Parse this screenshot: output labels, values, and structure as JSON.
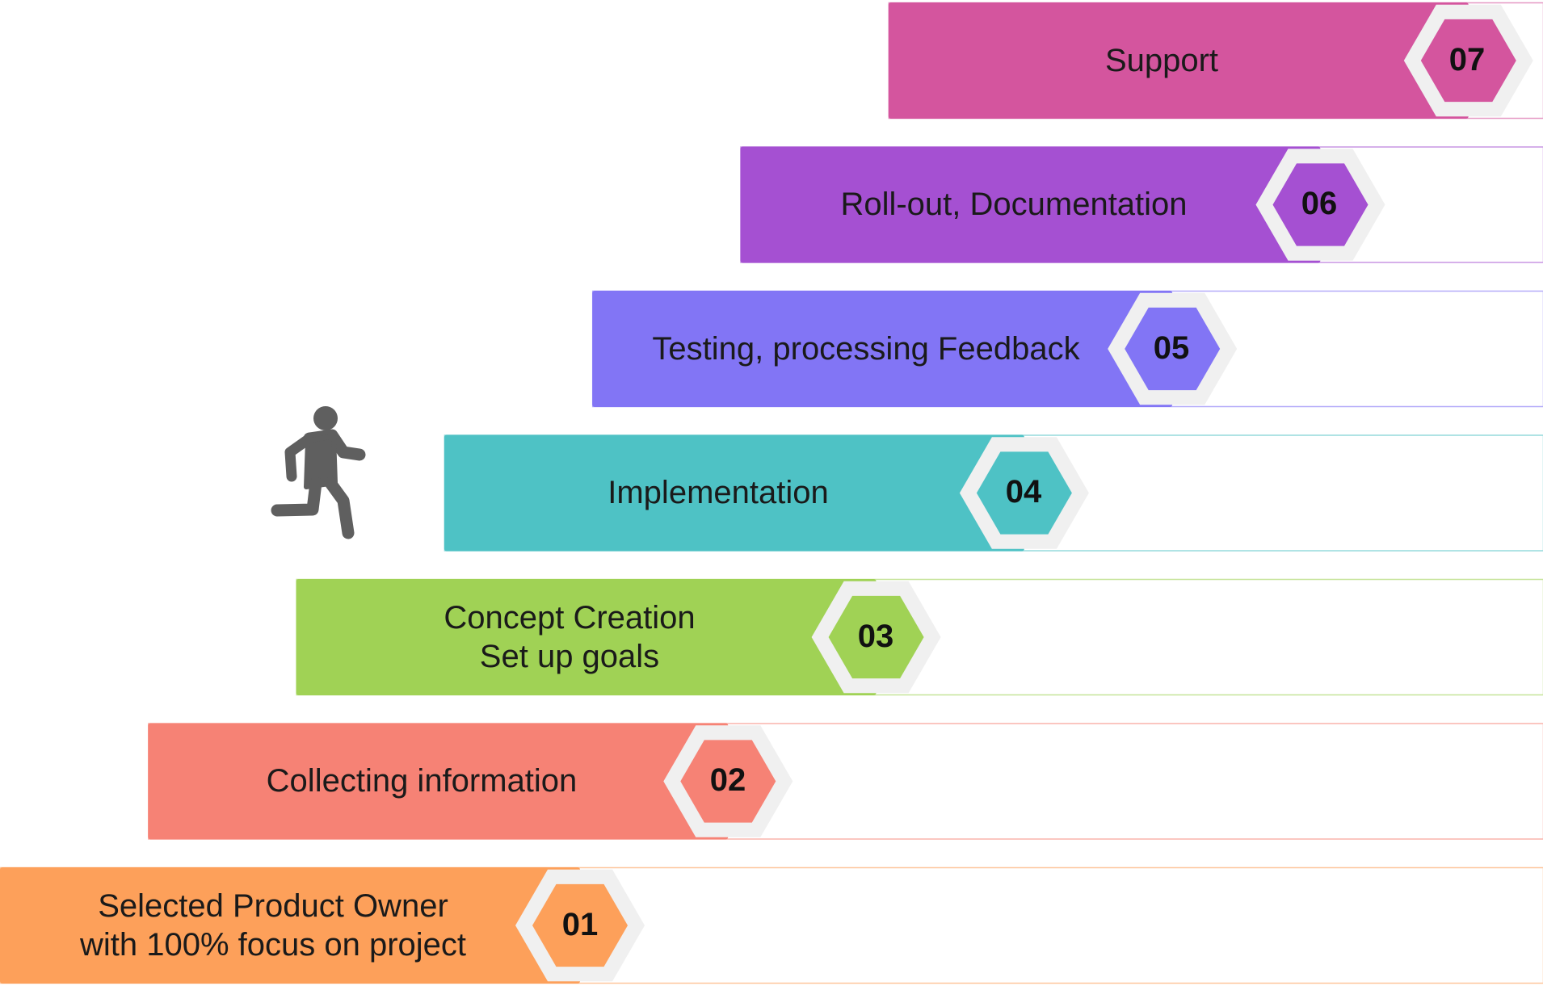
{
  "steps": [
    {
      "number": "01",
      "lines": [
        "Selected Product Owner",
        "with 100% focus on project"
      ],
      "color": "#FDA05A"
    },
    {
      "number": "02",
      "lines": [
        "Collecting information"
      ],
      "color": "#F68275"
    },
    {
      "number": "03",
      "lines": [
        "Concept Creation",
        "Set up goals"
      ],
      "color": "#A0D255"
    },
    {
      "number": "04",
      "lines": [
        "Implementation"
      ],
      "color": "#4EC2C5"
    },
    {
      "number": "05",
      "lines": [
        "Testing, processing Feedback"
      ],
      "color": "#8275F5"
    },
    {
      "number": "06",
      "lines": [
        "Roll-out, Documentation"
      ],
      "color": "#A550D2"
    },
    {
      "number": "07",
      "lines": [
        "Support"
      ],
      "color": "#D4559E"
    }
  ],
  "icons": {
    "runner": "running-person-icon",
    "runner_color": "#5f5f5f",
    "hex_ring_color": "#F0F0F0"
  }
}
